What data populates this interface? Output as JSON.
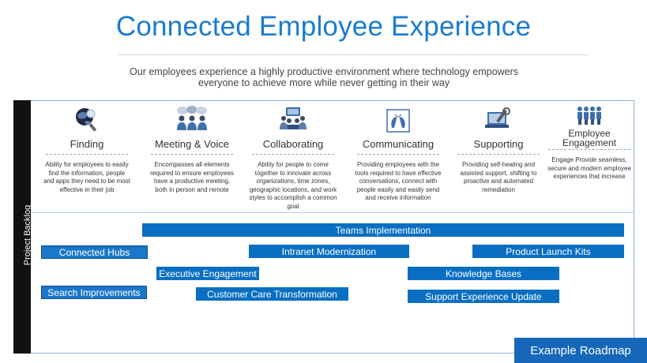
{
  "header": {
    "title": "Connected Employee Experience",
    "subtitle": "Our employees experience a highly productive environment where technology empowers everyone to achieve more while never getting in their way"
  },
  "sidebar": {
    "label": "Project Backlog"
  },
  "columns": [
    {
      "id": "finding",
      "heading": "Finding",
      "icon": "search-globe-icon",
      "description": "Ability for employees to easily find the information, people and apps they need to be most effective in their job"
    },
    {
      "id": "meeting",
      "heading": "Meeting & Voice",
      "icon": "people-chat-icon",
      "description": "Encompasses all elements required to ensure employees have a productive meeting, both in person and remote"
    },
    {
      "id": "collaborating",
      "heading": "Collaborating",
      "icon": "team-board-icon",
      "description": "Ability for people to come together to innovate across organizations, time zones, geographic locations, and work styles to accomplish a common goal"
    },
    {
      "id": "communicating",
      "heading": "Communicating",
      "icon": "conversation-icon",
      "description": "Providing employees with the tools required to have effective conversations, connect with people easily and easily send and receive information"
    },
    {
      "id": "supporting",
      "heading": "Supporting",
      "icon": "support-tools-icon",
      "description": "Providing self-healing and assisted support, shifting to proactive and automated remediation"
    },
    {
      "id": "engagement",
      "heading": "Employee Engagement",
      "icon": "group-people-icon",
      "description": "Engage Provide seamless, secure and modern employee experiences that increase"
    }
  ],
  "roadmap": [
    {
      "label": "Teams Implementation"
    },
    {
      "label": "Connected Hubs"
    },
    {
      "label": "Intranet Modernization"
    },
    {
      "label": "Product Launch Kits"
    },
    {
      "label": "Executive Engagement"
    },
    {
      "label": "Knowledge Bases"
    },
    {
      "label": "Search Improvements"
    },
    {
      "label": "Customer Care Transformation"
    },
    {
      "label": "Support Experience Update"
    }
  ],
  "footer": {
    "tag": "Example Roadmap"
  },
  "colors": {
    "title": "#1a7bd0",
    "bar": "#0a6fc2",
    "sidebar": "#111111",
    "tag": "#1667b9"
  }
}
